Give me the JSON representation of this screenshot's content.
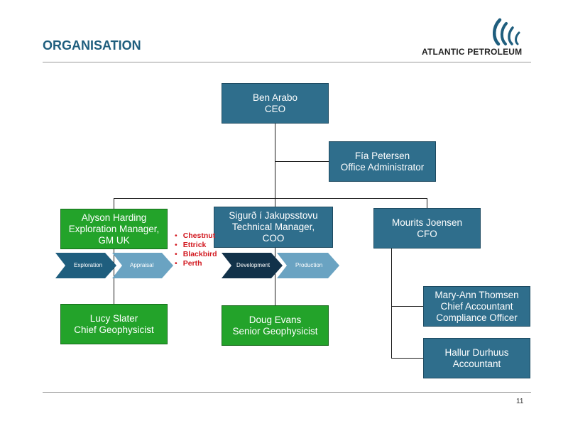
{
  "slide": {
    "title": "ORGANISATION",
    "page_number": "11"
  },
  "logo": {
    "text": "ATLANTIC PETROLEUM",
    "icon": "atlantic-petroleum-wave-logo",
    "color": "#1f5e7e"
  },
  "colors": {
    "management_box": "#2f6e8c",
    "geoscience_box": "#23a32a",
    "field_list_text": "#d21920",
    "exploration_chevron": "#1f5e7e",
    "development_chevron": "#12324a",
    "appraisal_production_chevron": "#6aa3c2"
  },
  "org": {
    "ceo": {
      "name": "Ben Arabo",
      "role": "CEO"
    },
    "office_admin": {
      "name": "Fía Petersen",
      "role": "Office Administrator"
    },
    "exploration_manager": {
      "name": "Alyson Harding",
      "role_line1": "Exploration Manager,",
      "role_line2": "GM UK"
    },
    "technical_manager": {
      "name": "Sigurð í Jakupsstovu",
      "role_line1": "Technical Manager,",
      "role_line2": "COO"
    },
    "cfo": {
      "name": "Mourits Joensen",
      "role": "CFO"
    },
    "chief_geophysicist": {
      "name": "Lucy Slater",
      "role": "Chief Geophysicist"
    },
    "senior_geophysicist": {
      "name": "Doug Evans",
      "role": "Senior Geophysicist"
    },
    "chief_accountant": {
      "name": "Mary-Ann Thomsen",
      "role_line1": "Chief Accountant",
      "role_line2": "Compliance Officer"
    },
    "accountant": {
      "name": "Hallur Durhuus",
      "role": "Accountant"
    }
  },
  "phases": {
    "exploration": "Exploration",
    "appraisal": "Appraisal",
    "development": "Development",
    "production": "Production"
  },
  "fields": [
    "Chestnut",
    "Ettrick",
    "Blackbird",
    "Perth"
  ]
}
